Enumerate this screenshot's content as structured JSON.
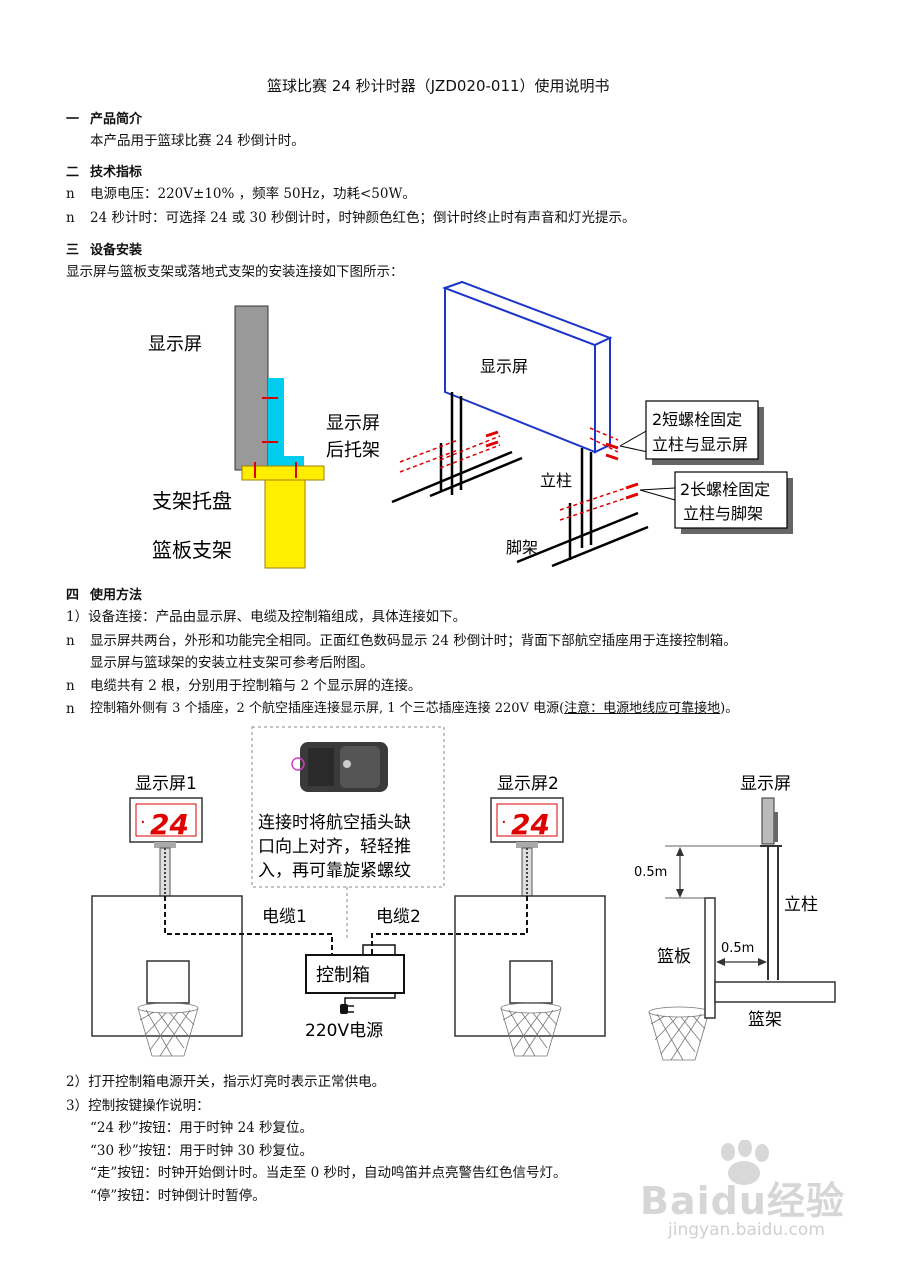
{
  "title": "篮球比赛 24 秒计时器（JZD020-011）使用说明书",
  "s1": {
    "num": "一",
    "heading": "产品简介",
    "text": "本产品用于篮球比赛 24 秒倒计时。"
  },
  "s2": {
    "num": "二",
    "heading": "技术指标",
    "bullet": "n",
    "items": [
      "电源电压：220V±10% ，频率 50Hz，功耗<50W。",
      "24 秒计时：可选择 24 或 30 秒倒计时，时钟颜色红色；倒计时终止时有声音和灯光提示。"
    ]
  },
  "s3": {
    "num": "三",
    "heading": "设备安装",
    "text": "显示屏与篮板支架或落地式支架的安装连接如下图所示："
  },
  "fig1": {
    "screen": "显示屏",
    "rear_bracket_1": "显示屏",
    "rear_bracket_2": "后托架",
    "tray": "支架托盘",
    "board_bracket": "篮板支架"
  },
  "fig2": {
    "screen": "显示屏",
    "post": "立柱",
    "foot": "脚架",
    "callout1_l1": "2短螺栓固定",
    "callout1_l2": "立柱与显示屏",
    "callout2_l1": "2长螺栓固定",
    "callout2_l2": "立柱与脚架"
  },
  "s4": {
    "num": "四",
    "heading": "使用方法",
    "bullet": "n",
    "p1": "1）设备连接：产品由显示屏、电缆及控制箱组成，具体连接如下。",
    "b1": "显示屏共两台，外形和功能完全相同。正面红色数码显示 24 秒倒计时；背面下部航空插座用于连接控制箱。",
    "b1b": "显示屏与篮球架的安装立柱支架可参考后附图。",
    "b2": "电缆共有 2 根，分别用于控制箱与 2 个显示屏的连接。",
    "b3_pre": "控制箱外侧有 3 个插座，2 个航空插座连接显示屏, 1 个三芯插座连接 220V 电源(",
    "b3_note": "注意：电源地线应可靠接地",
    "b3_post": ")。"
  },
  "fig3": {
    "screen1": "显示屏1",
    "screen2": "显示屏2",
    "digits": "24",
    "dot": "·",
    "note_l1": "连接时将航空插头缺",
    "note_l2": "口向上对齐，轻轻推",
    "note_l3": "入，再可靠旋紧螺纹",
    "cable1": "电缆1",
    "cable2": "电缆2",
    "box": "控制箱",
    "power": "220V电源"
  },
  "fig4": {
    "screen": "显示屏",
    "h1": "0.5m",
    "post": "立柱",
    "board": "篮板",
    "h2": "0.5m",
    "frame": "篮架"
  },
  "s4b": {
    "p2": "2）打开控制箱电源开关，指示灯亮时表示正常供电。",
    "p3": "3）控制按键操作说明：",
    "k1": "“24 秒”按钮：用于时钟 24 秒复位。",
    "k2": "“30 秒”按钮：用于时钟 30 秒复位。",
    "k3": "“走”按钮：时钟开始倒计时。当走至 0 秒时，自动鸣笛并点亮警告红色信号灯。",
    "k4": "“停”按钮：时钟倒计时暂停。"
  },
  "watermark": {
    "brand": "Baidu经验",
    "url": "jingyan.baidu.com"
  }
}
